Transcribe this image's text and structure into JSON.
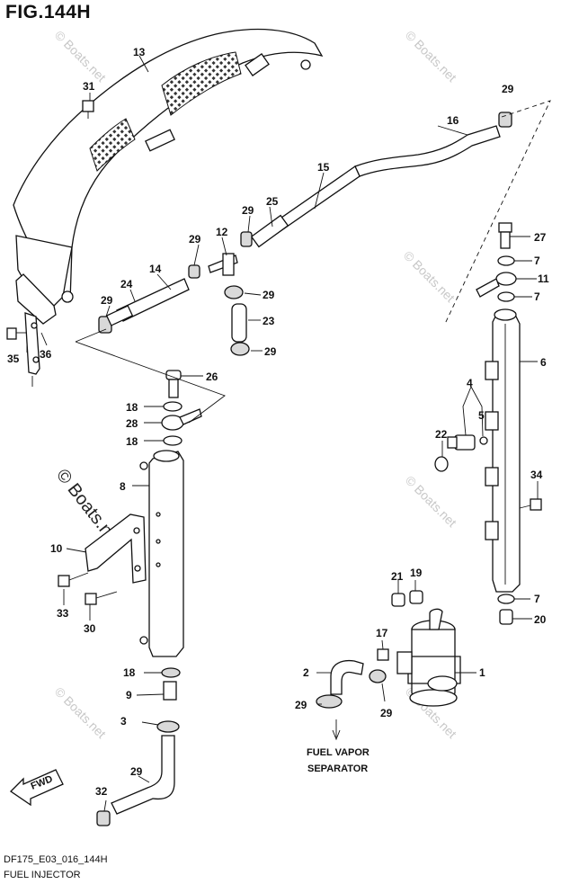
{
  "figure_title": "FIG.144H",
  "footer": {
    "code": "DF175_E03_016_144H",
    "name": "FUEL INJECTOR"
  },
  "watermark": "© Boats.net",
  "annotation": "FUEL VAPOR SEPARATOR",
  "direction_label": "FWD",
  "callouts": [
    "13",
    "31",
    "29",
    "16",
    "15",
    "25",
    "29",
    "12",
    "29",
    "27",
    "7",
    "14",
    "24",
    "29",
    "29",
    "11",
    "7",
    "23",
    "29",
    "6",
    "26",
    "18",
    "28",
    "18",
    "4",
    "5",
    "22",
    "8",
    "34",
    "10",
    "21",
    "19",
    "7",
    "33",
    "20",
    "30",
    "17",
    "2",
    "1",
    "18",
    "9",
    "29",
    "29",
    "3",
    "29"
  ]
}
